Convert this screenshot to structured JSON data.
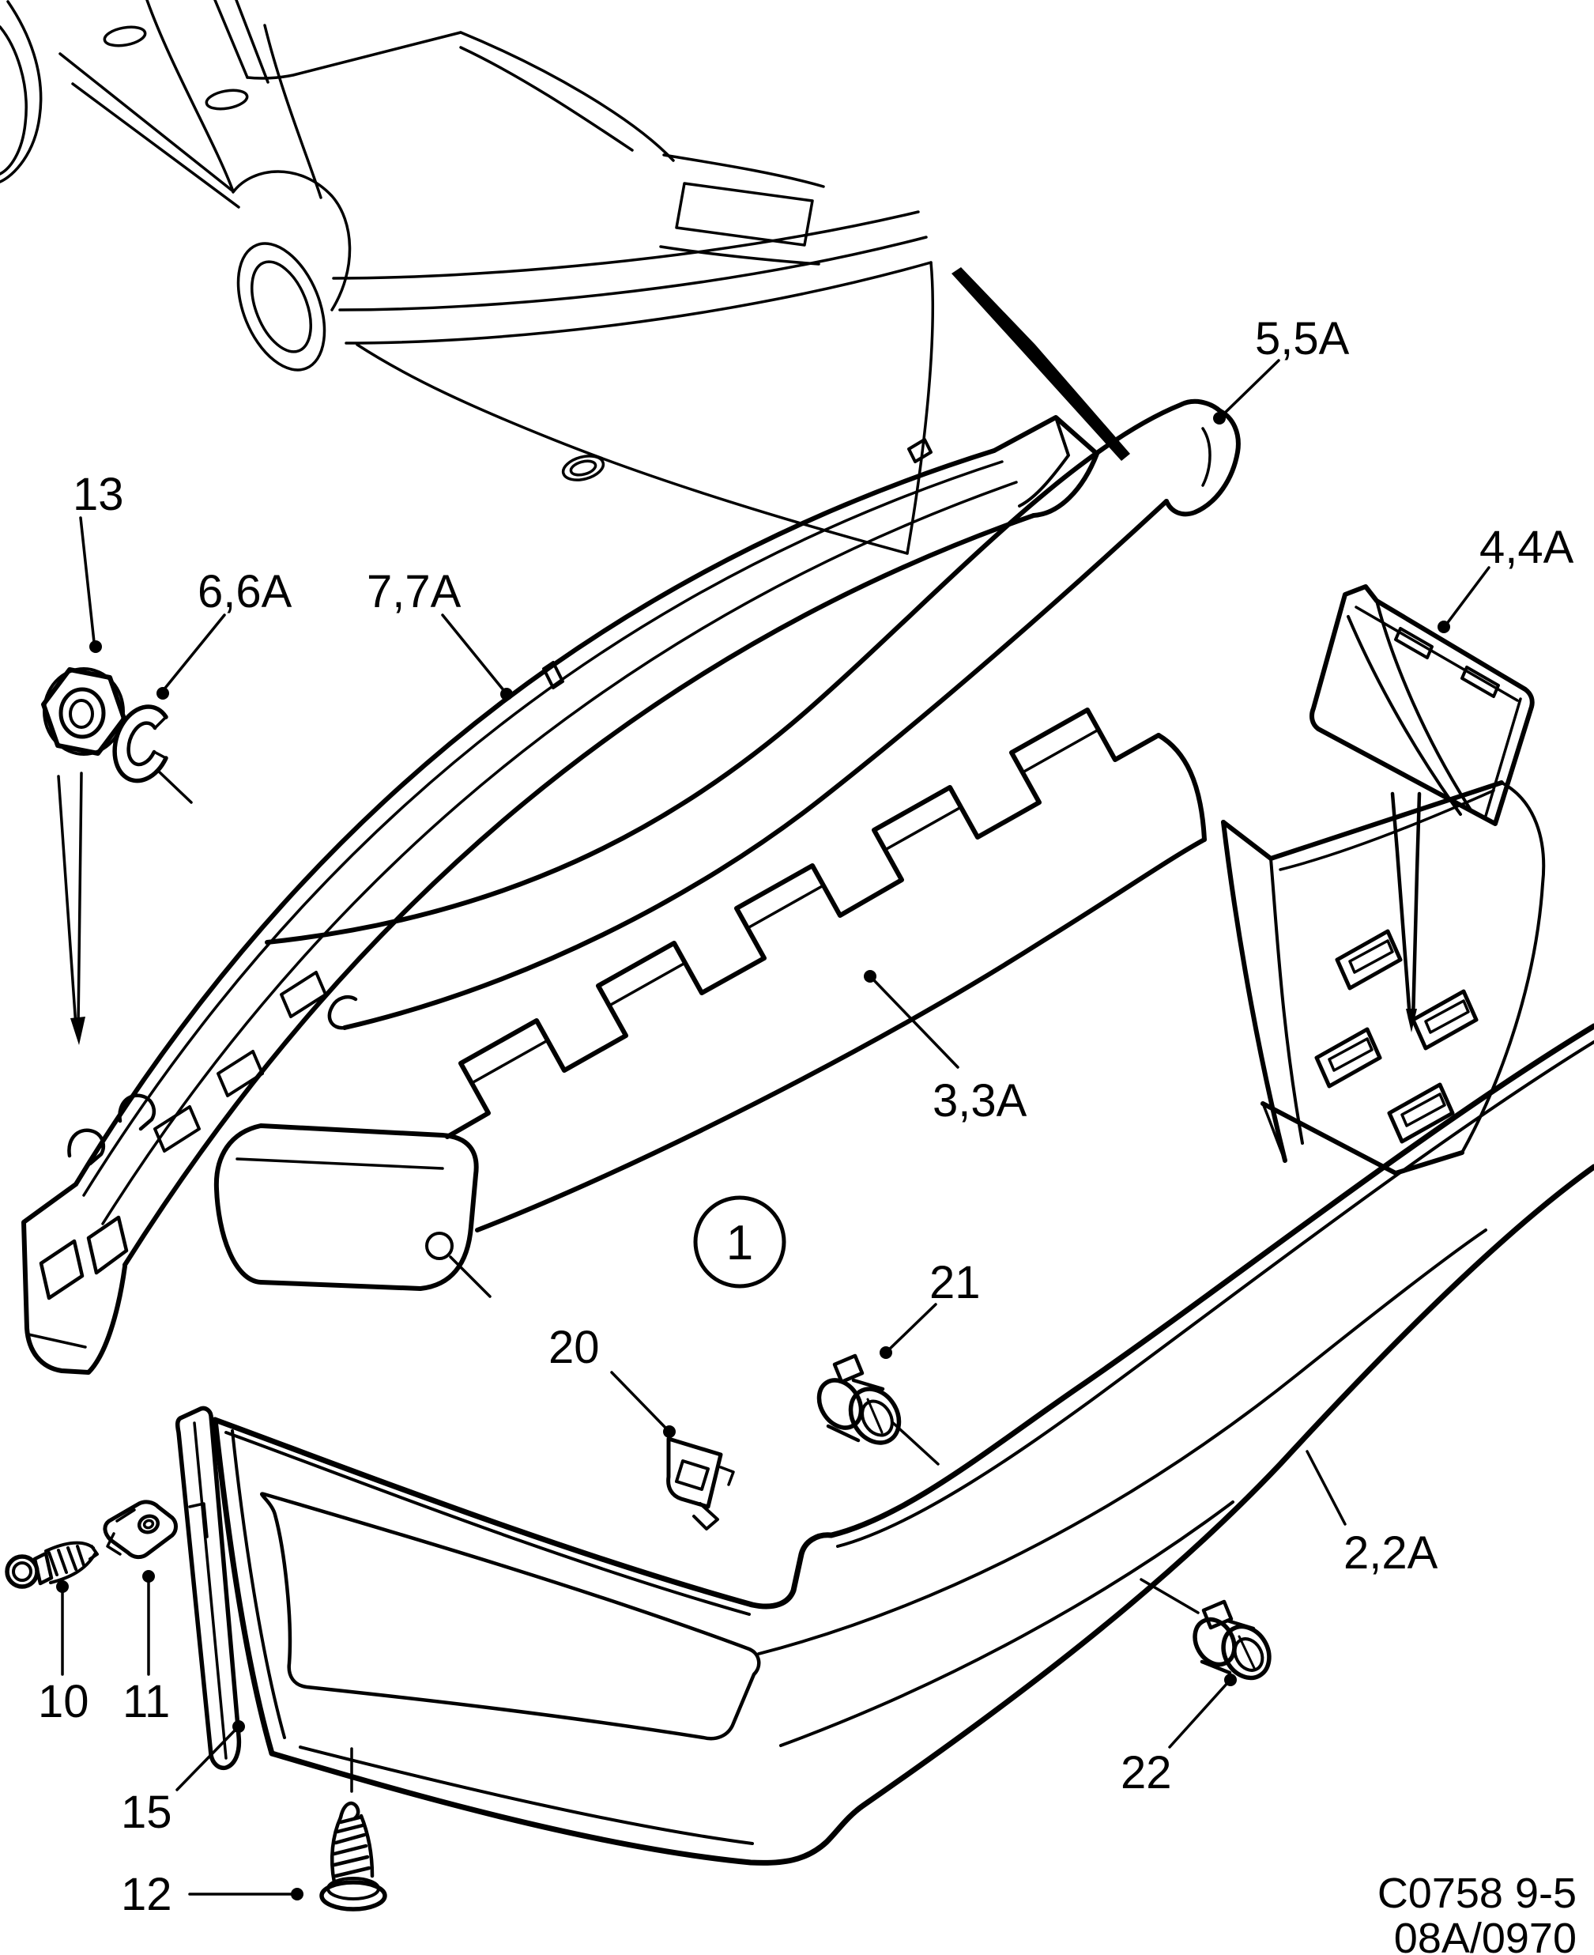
{
  "callouts": {
    "c13": "13",
    "c6": "6,6A",
    "c7": "7,7A",
    "c5": "5,5A",
    "c4": "4,4A",
    "c3": "3,3A",
    "c1": "1",
    "c21": "21",
    "c20": "20",
    "c2": "2,2A",
    "c10": "10",
    "c11": "11",
    "c15": "15",
    "c12": "12",
    "c22": "22"
  },
  "footer": {
    "line1": "C0758 9-5",
    "line2": "08A/0970"
  },
  "colors": {
    "ink": "#000000",
    "paper": "#ffffff"
  }
}
